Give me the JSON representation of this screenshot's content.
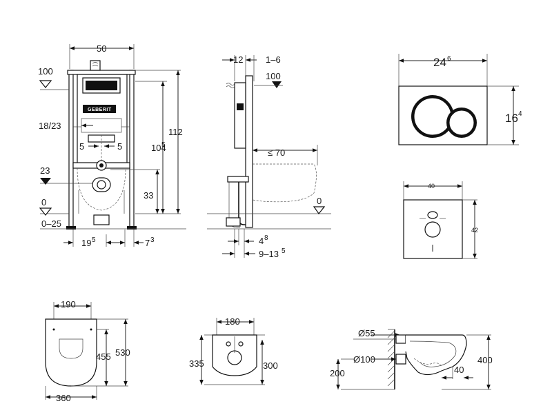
{
  "dims": {
    "frame_width": "50",
    "level_100_left": "100",
    "opening": "18/23",
    "offset_left": "5",
    "offset_right": "5",
    "level_23": "23",
    "level_0_left": "0",
    "range_0_25": "0–25",
    "height_112": "112",
    "height_104_5_base": "104",
    "height_104_5_sup": "5",
    "height_33": "33",
    "span_19_5_base": "19",
    "span_19_5_sup": "5",
    "span_7_3_base": "7",
    "span_7_3_sup": "3",
    "depth_12": "12",
    "range_1_6": "1–6",
    "level_100_side": "100",
    "projection_70": "≤ 70",
    "level_0_side": "0",
    "depth_4_8_base": "4",
    "depth_4_8_sup": "8",
    "range_9_13_5_base": "9–13",
    "range_9_13_5_sup": "5",
    "plate_width_base": "24",
    "plate_width_sup": "6",
    "plate_height_base": "16",
    "plate_height_sup": "4",
    "cover_width": "40",
    "cover_height": "42",
    "bowl_top_width": "190",
    "bowl_inner_length": "455",
    "bowl_length": "530",
    "bowl_width": "360",
    "rear_width": "180",
    "rear_height_335": "335",
    "rear_height_300": "300",
    "pipe_55": "Ø55",
    "pipe_100": "Ø100",
    "floor_200": "200",
    "outlet_40": "40",
    "height_400": "400"
  },
  "logo": {
    "text": "GEBERIT"
  }
}
